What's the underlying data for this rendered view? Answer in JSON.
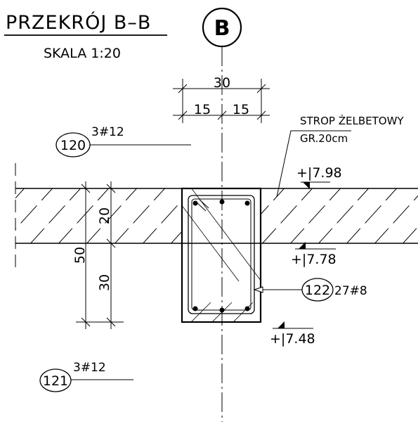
{
  "title": "PRZEKRÓJ B–B",
  "scale": "SKALA 1:20",
  "section_marker": "B",
  "dims": {
    "top_total": "30",
    "top_left": "15",
    "top_right": "15",
    "left_total": "50",
    "left_upper": "20",
    "left_lower": "30"
  },
  "slab_label": {
    "line1": "STROP ŻELBETOWY",
    "line2": "GR.20cm"
  },
  "levels": {
    "top": "+|7.98",
    "slab_bottom": "+|7.78",
    "beam_bottom": "+|7.48"
  },
  "callouts": {
    "c120": {
      "id": "120",
      "spec": "3#12"
    },
    "c121": {
      "id": "121",
      "spec": "3#12"
    },
    "c122": {
      "id": "122",
      "spec": "27#8"
    }
  }
}
